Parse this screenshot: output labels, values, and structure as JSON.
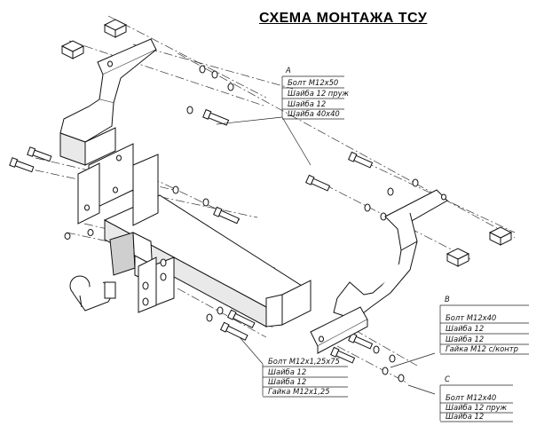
{
  "title": "СХЕМА МОНТАЖА ТСУ",
  "groups": {
    "a": {
      "letter": "A",
      "items": [
        "Болт М12х50",
        "Шайба 12 пруж",
        "Шайба 12",
        "Шайба 40х40"
      ]
    },
    "b": {
      "letter": "B",
      "items": [
        "Болт М12х40",
        "Шайба 12",
        "Шайба 12",
        "Гайка М12 с/контр"
      ]
    },
    "c": {
      "letter": "C",
      "items": [
        "Болт М12х40",
        "Шайба 12 пруж",
        "Шайба 12"
      ]
    },
    "main": {
      "items": [
        "Болт М12х1,25х75",
        "Шайба 12",
        "Шайба 12",
        "Гайка М12х1,25"
      ]
    }
  }
}
